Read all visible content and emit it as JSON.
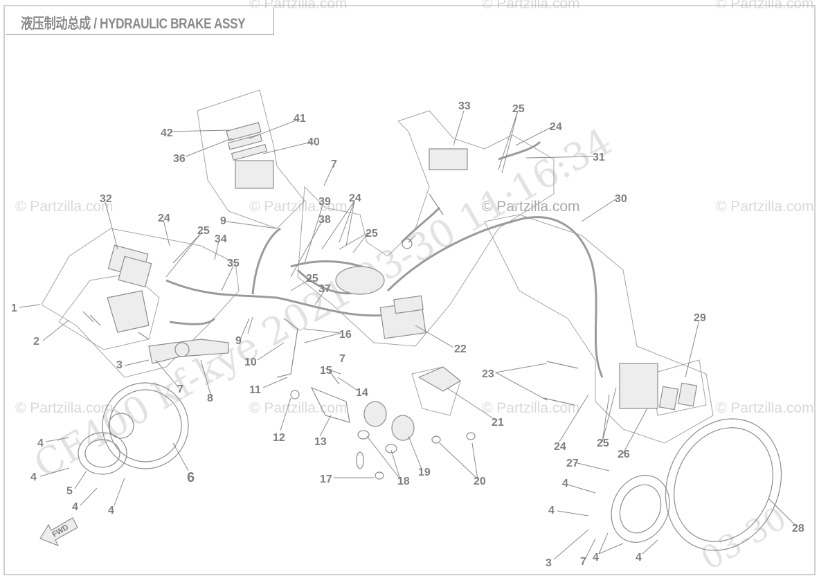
{
  "title": "液压制动总成 / HYDRAULIC BRAKE ASSY",
  "watermarks": [
    "© Partzilla.com"
  ],
  "stamp": {
    "diag_text": "CF400 kf-kye 2021-03-30 11:16:34",
    "corner_text": "03-30"
  },
  "fwd_label": "FWD",
  "colors": {
    "line": "#8c8c8c",
    "callout": "#7f7f7f",
    "watermark": "#d9d9d9"
  },
  "callouts": [
    "1",
    "2",
    "3",
    "4",
    "5",
    "6",
    "7",
    "8",
    "9",
    "10",
    "11",
    "12",
    "13",
    "14",
    "15",
    "16",
    "17",
    "18",
    "19",
    "20",
    "21",
    "22",
    "23",
    "24",
    "25",
    "26",
    "27",
    "28",
    "29",
    "30",
    "31",
    "32",
    "33",
    "34",
    "35",
    "36",
    "37",
    "38",
    "39",
    "40",
    "41",
    "42"
  ]
}
